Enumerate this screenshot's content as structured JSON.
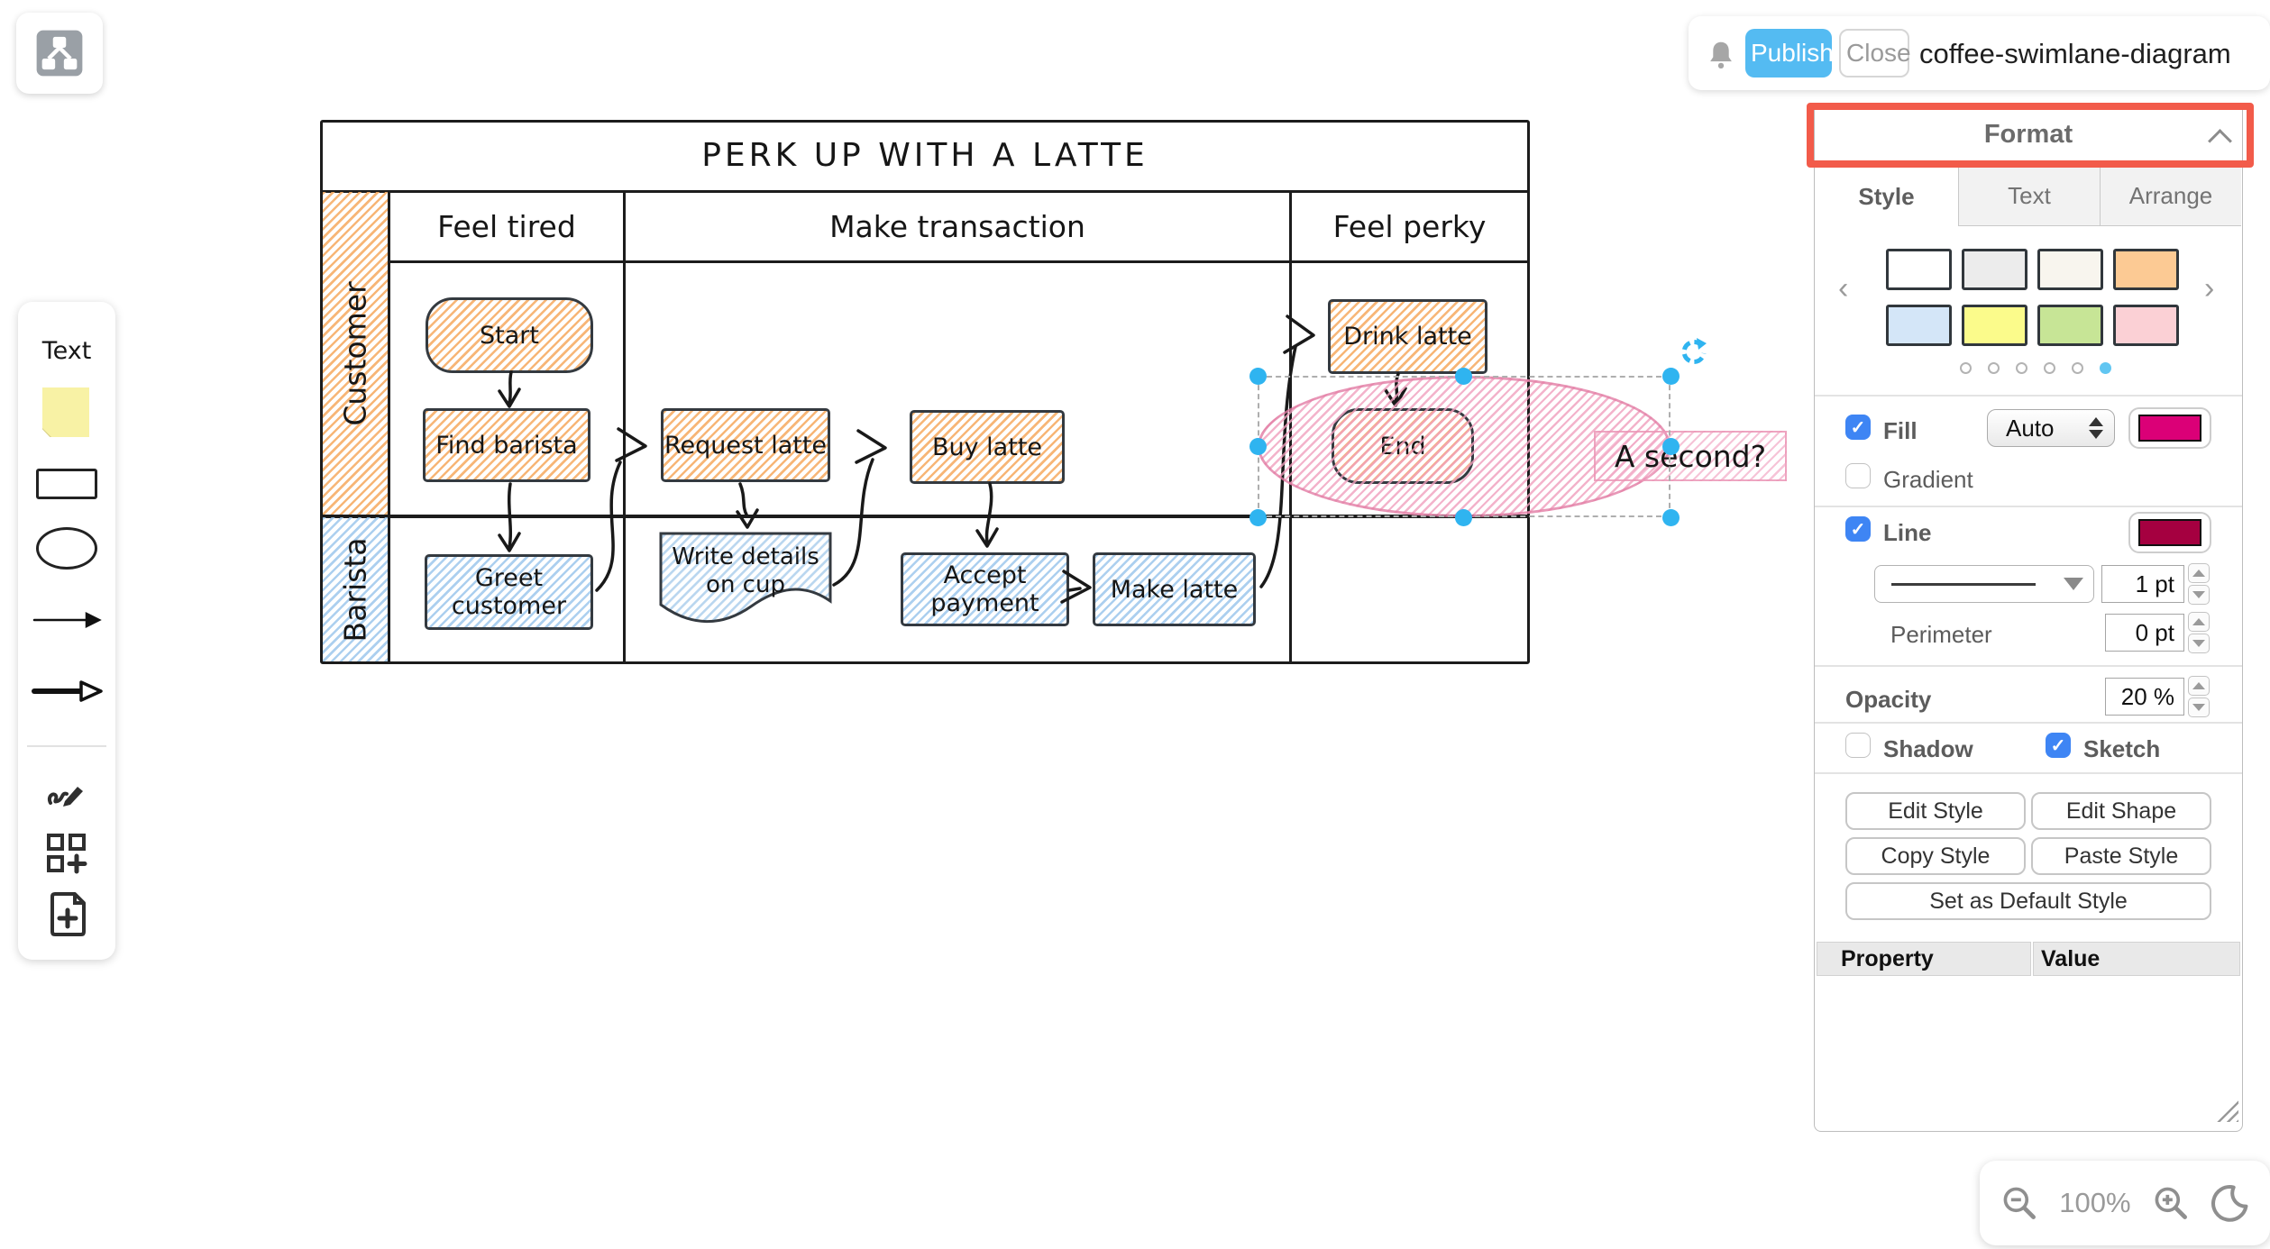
{
  "colors": {
    "publish_button": "#54BBF2",
    "selection_handle": "#2FB4F0",
    "format_highlight": "#F25B4A",
    "active_dot": "#61C6F2",
    "checkbox_blue": "#3E85F4",
    "orange_hatch": "#F6AE68",
    "blue_hatch": "#9EC7EC",
    "pink_hatch": "#F0A0BE",
    "sticky_yellow": "#F8F2A5"
  },
  "header": {
    "publish_label": "Publish",
    "close_label": "Close",
    "document_title": "coffee-swimlane-diagram"
  },
  "left_toolbar": {
    "text_tool_label": "Text"
  },
  "diagram": {
    "title": "PERK UP WITH A LATTE",
    "phases": [
      "Feel tired",
      "Make transaction",
      "Feel perky"
    ],
    "lanes": [
      "Customer",
      "Barista"
    ],
    "nodes": {
      "start": "Start",
      "find_barista": "Find barista",
      "request_latte": "Request latte",
      "buy_latte": "Buy latte",
      "drink_latte": "Drink latte",
      "end": "End",
      "greet_customer": "Greet customer",
      "write_details": "Write details on cup",
      "accept_payment": "Accept payment",
      "make_latte": "Make latte"
    },
    "annotation": "A second?"
  },
  "format_panel": {
    "title": "Format",
    "tabs": [
      {
        "label": "Style",
        "active": true
      },
      {
        "label": "Text",
        "active": false
      },
      {
        "label": "Arrange",
        "active": false
      }
    ],
    "palette": [
      "#FFFFFF",
      "#ECECEC",
      "#F8F5EE",
      "#FCCA94",
      "#D4E6F8",
      "#FBFB8B",
      "#C7E596",
      "#FBD0D5"
    ],
    "pagination": {
      "count": 6,
      "active_index": 5
    },
    "fill": {
      "label": "Fill",
      "checked": true,
      "mode": "Auto",
      "color": "#DB0077"
    },
    "gradient": {
      "label": "Gradient",
      "checked": false
    },
    "line": {
      "label": "Line",
      "checked": true,
      "color": "#A50040",
      "width_value": "1 pt",
      "perimeter_label": "Perimeter",
      "perimeter_value": "0 pt"
    },
    "opacity": {
      "label": "Opacity",
      "value": "20 %"
    },
    "effects": {
      "shadow_label": "Shadow",
      "shadow_checked": false,
      "sketch_label": "Sketch",
      "sketch_checked": true
    },
    "actions": {
      "edit_style": "Edit Style",
      "edit_shape": "Edit Shape",
      "copy_style": "Copy Style",
      "paste_style": "Paste Style",
      "set_default": "Set as Default Style"
    },
    "property_table": {
      "property_header": "Property",
      "value_header": "Value"
    }
  },
  "zoom_bar": {
    "zoom_level": "100%"
  }
}
